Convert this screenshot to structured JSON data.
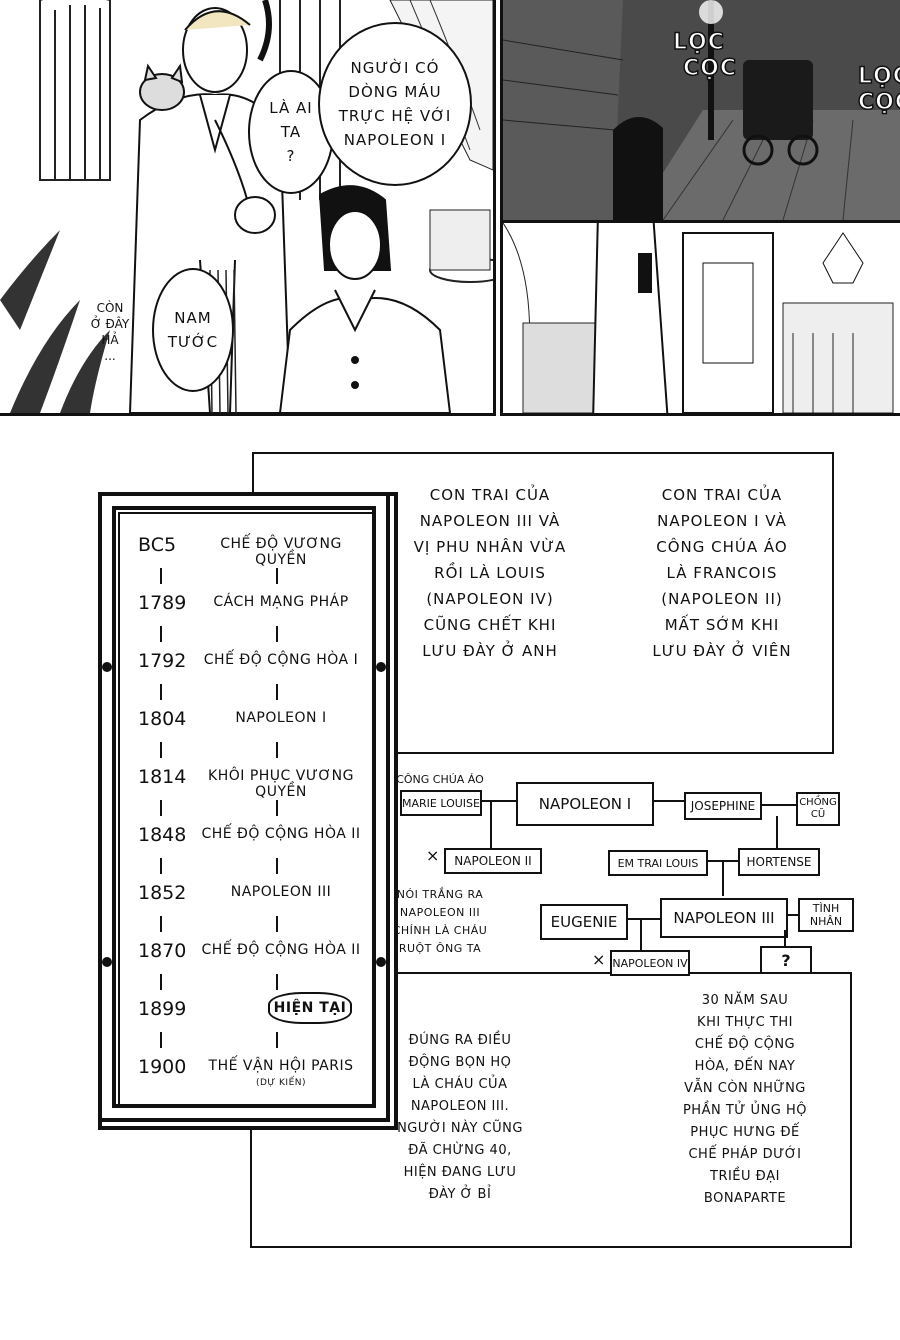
{
  "panel1": {
    "bubble_left": [
      "LÀ AI",
      "TA",
      "?"
    ],
    "bubble_right": [
      "NGƯỜI CÓ",
      "DÒNG MÁU",
      "TRỰC HỆ VỚI",
      "NAPOLEON I"
    ],
    "bubble_baron": [
      "NAM",
      "TƯỚC"
    ],
    "side_note": [
      "CÒN",
      "Ở ĐÂY",
      "HẢ",
      "..."
    ]
  },
  "panel2": {
    "sfx_left": [
      "LỌC",
      "CỌC"
    ],
    "sfx_right": [
      "LỌC",
      "CỌC"
    ]
  },
  "captions": {
    "top_left": [
      "CON TRAI CỦA",
      "NAPOLEON III VÀ",
      "VỊ PHU NHÂN VỪA",
      "RỒI LÀ LOUIS",
      "(NAPOLEON IV)",
      "CŨNG CHẾT KHI",
      "LƯU ĐÀY Ở ANH"
    ],
    "top_right": [
      "CON TRAI CỦA",
      "NAPOLEON I VÀ",
      "CÔNG CHÚA ÁO",
      "LÀ FRANCOIS",
      "(NAPOLEON II)",
      "MẤT SỚM KHI",
      "LƯU ĐÀY Ở VIÊN"
    ],
    "middle_note": [
      "NÓI TRẮNG RA",
      "NAPOLEON III",
      "CHÍNH LÀ CHÁU",
      "RUỘT ÔNG TA"
    ],
    "bottom_left": [
      "ĐÚNG RA ĐIỀU",
      "ĐỘNG BỌN HỌ",
      "LÀ CHÁU CỦA",
      "NAPOLEON III.",
      "NGƯỜI NÀY CŨNG",
      "ĐÃ CHỪNG 40,",
      "HIỆN ĐANG LƯU",
      "ĐÀY Ở BỈ"
    ],
    "bottom_right": [
      "30 NĂM SAU",
      "KHI THỰC THI",
      "CHẾ ĐỘ CỘNG",
      "HÒA, ĐẾN NAY",
      "VẪN CÒN NHỮNG",
      "PHẦN TỬ ỦNG HỘ",
      "PHỤC HƯNG ĐẾ",
      "CHẾ PHÁP DƯỚI",
      "TRIỀU ĐẠI",
      "BONAPARTE"
    ]
  },
  "timeline": [
    {
      "year": "BC5",
      "event": "CHẾ ĐỘ VƯƠNG QUYỀN"
    },
    {
      "year": "1789",
      "event": "CÁCH MẠNG PHÁP"
    },
    {
      "year": "1792",
      "event": "CHẾ ĐỘ CỘNG HÒA I"
    },
    {
      "year": "1804",
      "event": "NAPOLEON I"
    },
    {
      "year": "1814",
      "event": "KHÔI PHỤC VƯƠNG QUYỀN"
    },
    {
      "year": "1848",
      "event": "CHẾ ĐỘ CỘNG HÒA II"
    },
    {
      "year": "1852",
      "event": "NAPOLEON III"
    },
    {
      "year": "1870",
      "event": "CHẾ ĐỘ CỘNG HÒA II"
    },
    {
      "year": "1899",
      "event": "HIỆN TẠI"
    },
    {
      "year": "1900",
      "event": "THẾ VẬN HỘI PARIS",
      "note": "(DỰ KIẾN)"
    }
  ],
  "tree": {
    "label_austria": "CÔNG CHÚA ÁO",
    "marie_louise": "MARIE LOUISE",
    "napoleon1": "NAPOLEON I",
    "josephine": "JOSEPHINE",
    "chong_cu": [
      "CHỒNG",
      "CŨ"
    ],
    "napoleon2": "NAPOLEON II",
    "cross1": "×",
    "em_trai_louis": "EM TRAI LOUIS",
    "hortense": "HORTENSE",
    "eugenie": "EUGENIE",
    "napoleon3": "NAPOLEON III",
    "tinh_nhan": [
      "TÌNH",
      "NHÂN"
    ],
    "cross2": "×",
    "napoleon4": "NAPOLEON IV",
    "unknown": "?"
  }
}
